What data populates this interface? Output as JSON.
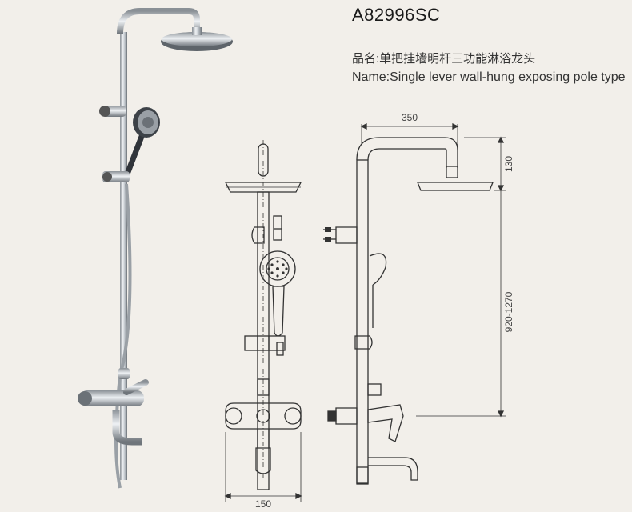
{
  "product": {
    "model": "A82996SC",
    "name_cn": "品名:单把挂墙明杆三功能淋浴龙头",
    "name_en": "Name:Single lever wall-hung exposing pole type"
  },
  "dimensions": {
    "width_top": "350",
    "height_head": "130",
    "height_range": "920-1270",
    "width_bottom": "150"
  },
  "colors": {
    "background": "#f2efea",
    "line": "#333333",
    "chrome": "#b9bec4"
  }
}
